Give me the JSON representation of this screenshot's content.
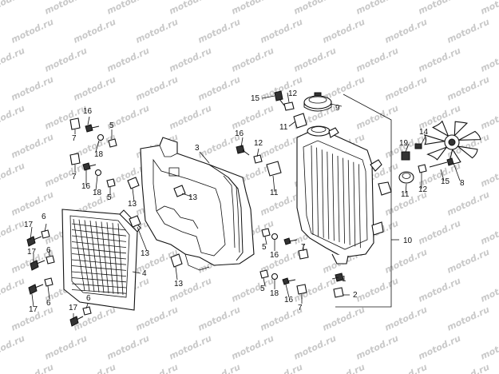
{
  "watermark": "motod.ru",
  "callouts": {
    "c1": "1",
    "c2": "2",
    "c3": "3",
    "c4": "4",
    "c5": "5",
    "c6": "6",
    "c7": "7",
    "c8": "8",
    "c9": "9",
    "c10": "10",
    "c11": "11",
    "c12": "12",
    "c13": "13",
    "c14": "14",
    "c15": "15",
    "c16": "16",
    "c17": "17",
    "c18": "18",
    "c19": "19"
  }
}
